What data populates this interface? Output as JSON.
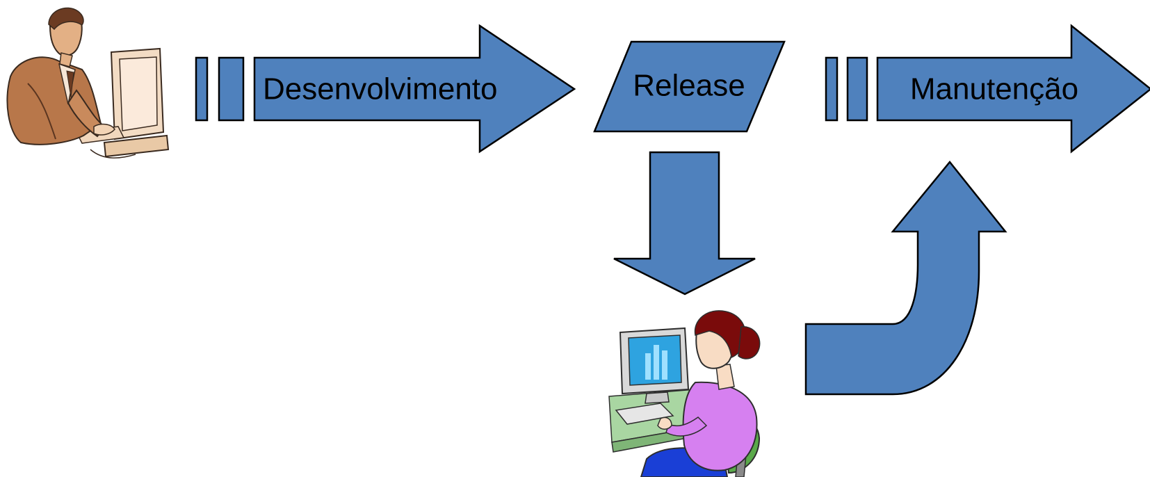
{
  "diagram": {
    "stages": {
      "development": {
        "label": "Desenvolvimento"
      },
      "release": {
        "label": "Release"
      },
      "maintenance": {
        "label": "Manutenção"
      }
    },
    "figures": {
      "developer": {
        "icon": "developer-at-computer-icon"
      },
      "user": {
        "icon": "user-at-computer-icon"
      }
    },
    "colors": {
      "shape_fill": "#4f81bd",
      "shape_stroke": "#000000"
    }
  }
}
